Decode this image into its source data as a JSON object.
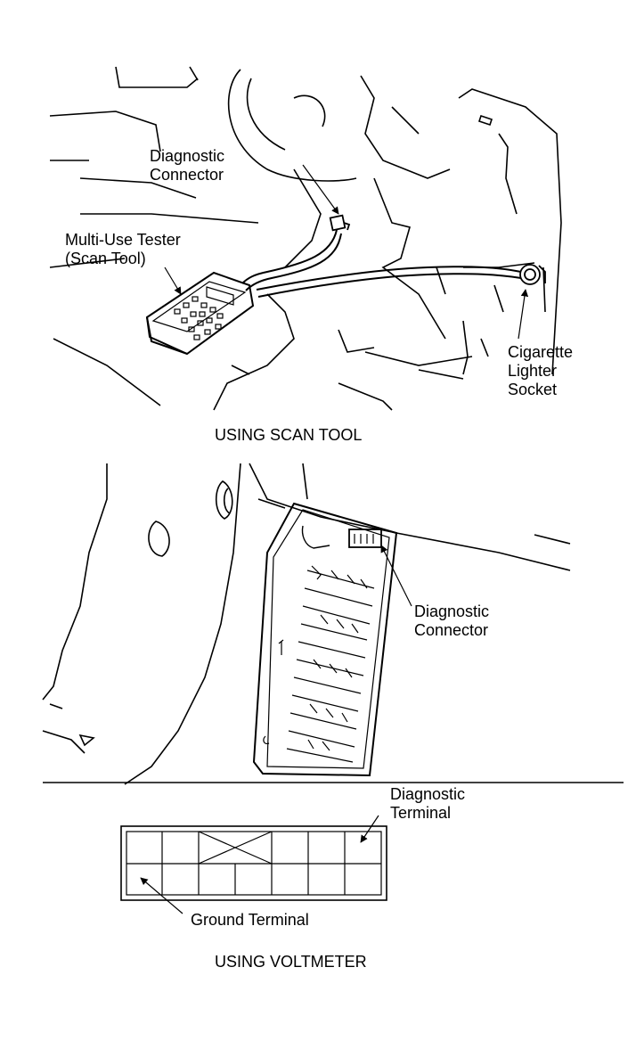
{
  "colors": {
    "ink": "#000000",
    "paper": "#ffffff"
  },
  "top_panel": {
    "labels": {
      "diag_connector": "Diagnostic\nConnector",
      "tester": "Multi-Use Tester\n(Scan Tool)",
      "lighter": "Cigarette\nLighter\nSocket"
    },
    "caption": "USING SCAN TOOL"
  },
  "bottom_panel": {
    "labels": {
      "diag_connector": "Diagnostic\nConnector",
      "diag_terminal": "Diagnostic\nTerminal",
      "ground_terminal": "Ground Terminal"
    },
    "caption": "USING VOLTMETER"
  },
  "terminal_grid": {
    "rows": 2,
    "cols": 7,
    "blocked_span": "top row, columns 3-4"
  }
}
